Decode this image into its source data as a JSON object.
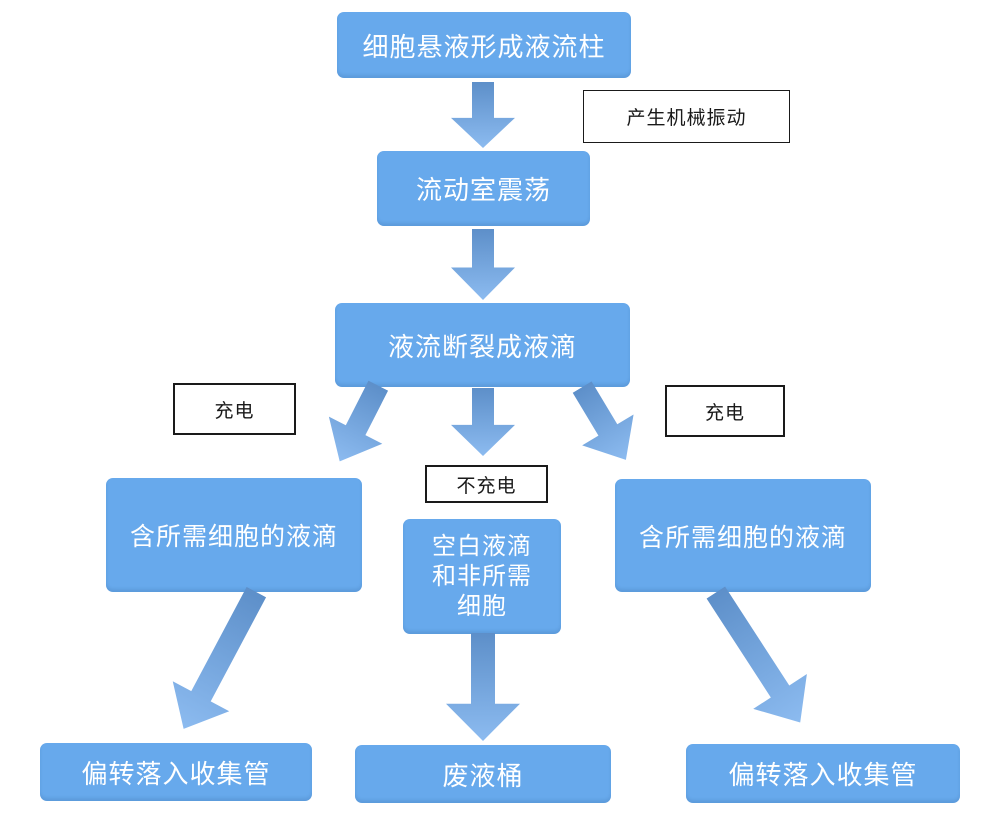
{
  "colors": {
    "background": "#ffffff",
    "box-fill": "#67a9ec",
    "box-text": "#ffffff",
    "arrow-tail": "#5d8fc9",
    "arrow-tip": "#8cbbf0",
    "label-border": "#1a1a1a",
    "label-text": "#1a1a1a"
  },
  "nodes": {
    "cell_suspension": "细胞悬液形成液流柱",
    "flow_chamber": "流动室震荡",
    "stream_break": "液流断裂成液滴",
    "left_droplets": "含所需细胞的液滴",
    "middle_droplets_lines": [
      "空白液滴",
      "和非所需",
      "细胞"
    ],
    "right_droplets": "含所需细胞的液滴",
    "bottom_left": "偏转落入收集管",
    "waste_bucket": "废液桶",
    "bottom_right": "偏转落入收集管"
  },
  "labels": {
    "mechanical_vibration": "产生机械振动",
    "charge_left": "充电",
    "charge_right": "充电",
    "no_charge": "不充电"
  }
}
